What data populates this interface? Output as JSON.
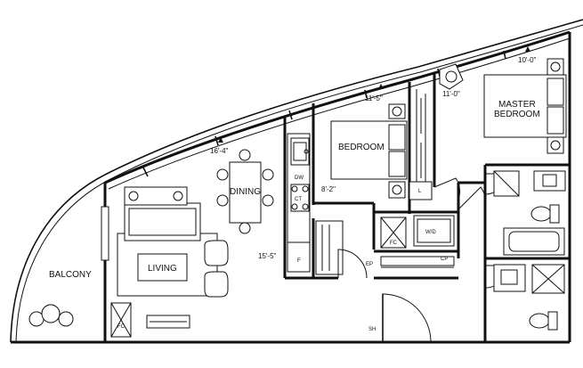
{
  "plan": {
    "rooms": {
      "balcony": "BALCONY",
      "living": "LIVING",
      "dining": "DINING",
      "bedroom": "BEDROOM",
      "master_line1": "MASTER",
      "master_line2": "BEDROOM"
    },
    "dimensions": {
      "dining": "16'-4\"",
      "living": "15'-5\"",
      "bedroom_width": "11'-5\"",
      "bedroom_depth": "8'-2\"",
      "master_width": "11'-0\"",
      "master_depth": "10'-0\""
    },
    "fixtures": {
      "dishwasher": "DW",
      "cooktop": "CT",
      "fridge": "F",
      "fan_coil_living": "FC",
      "fan_coil_hall": "FC",
      "washer_dryer": "W/D",
      "linen": "L",
      "closet_shelf": "CP",
      "electrical_panel": "EP",
      "suite_hatch": "SH"
    }
  }
}
